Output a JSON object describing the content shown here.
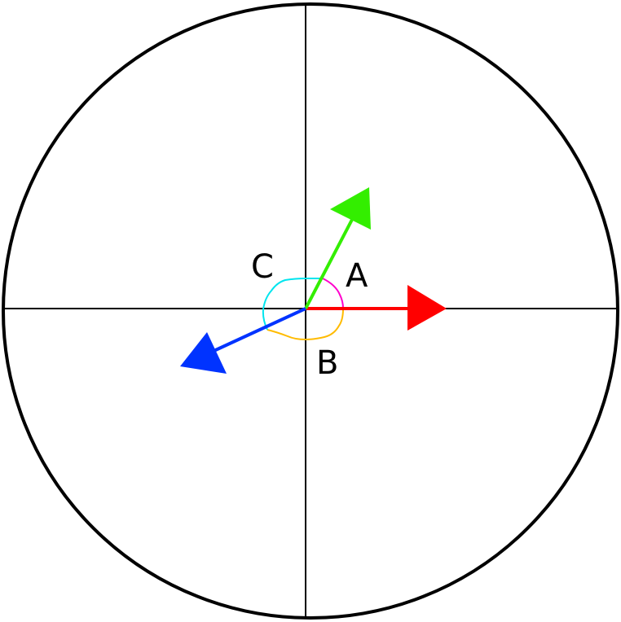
{
  "diagram": {
    "type": "vector-angle-diagram",
    "circle": {
      "stroke": "#000000"
    },
    "axes": {
      "stroke": "#000000"
    },
    "vectors": [
      {
        "name": "red-vector",
        "color": "#ff0000",
        "direction": "0 degrees (right)"
      },
      {
        "name": "green-vector",
        "color": "#33ee00",
        "direction": "~63 degrees (up-right)"
      },
      {
        "name": "blue-vector",
        "color": "#0033ff",
        "direction": "~207 degrees (down-left)"
      }
    ],
    "angles": [
      {
        "label": "A",
        "color": "#ff00cc",
        "between": "red and green"
      },
      {
        "label": "B",
        "color": "#ffbb00",
        "between": "red and blue (clockwise)"
      },
      {
        "label": "C",
        "color": "#00e5ee",
        "between": "green and blue"
      }
    ]
  },
  "labels": {
    "a": "A",
    "b": "B",
    "c": "C"
  }
}
